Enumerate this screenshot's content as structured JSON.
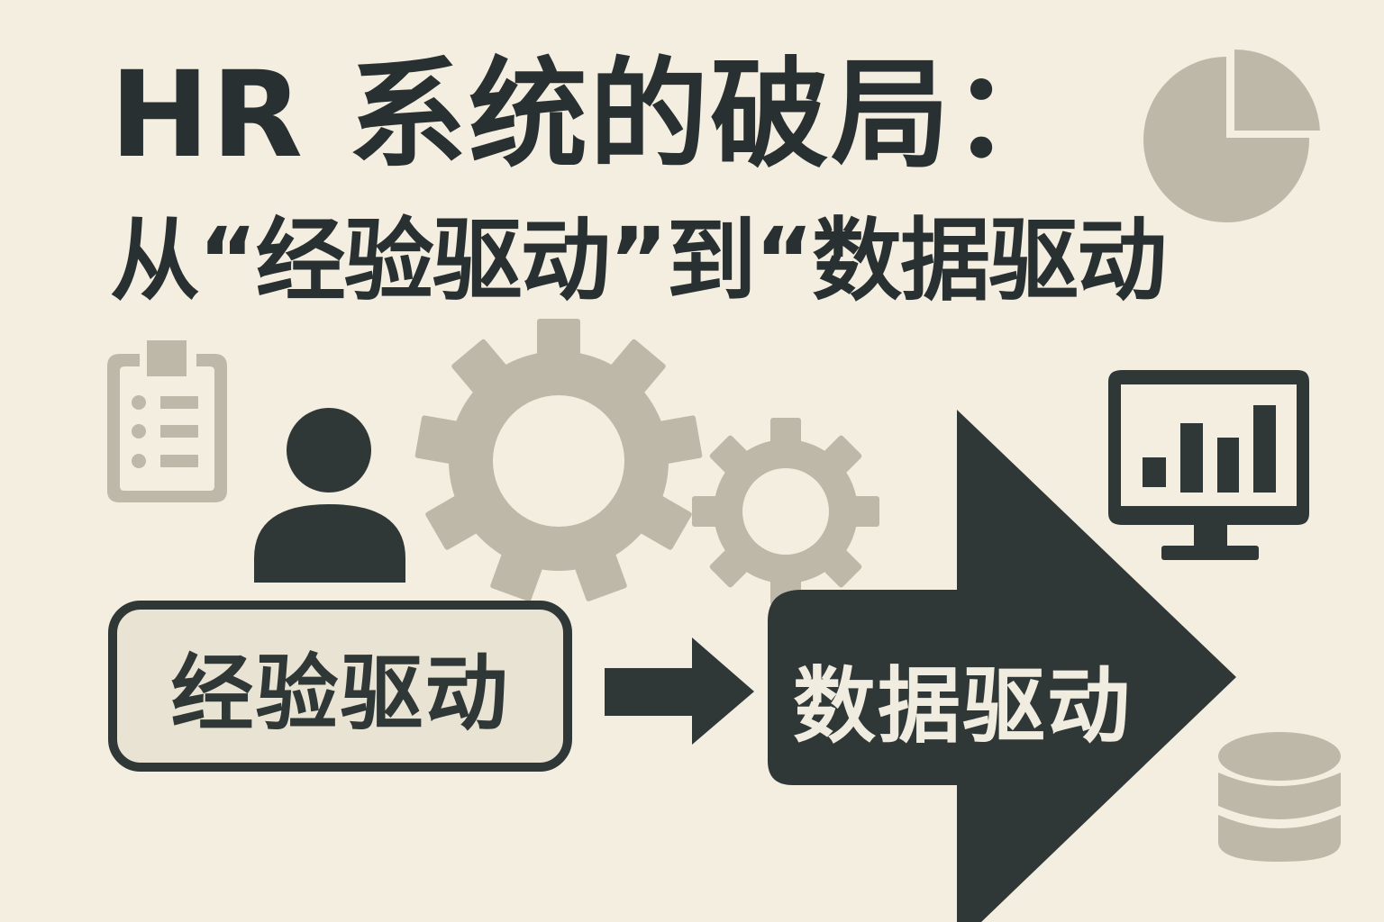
{
  "title": {
    "line1": "HR 系统的破局：",
    "line2": "从“经验驱动”到“数据驱动"
  },
  "flow": {
    "from_label": "经验驱动",
    "to_label": "数据驱动"
  },
  "icons": [
    "pie-chart-icon",
    "clipboard-checklist-icon",
    "person-icon",
    "gear-large-icon",
    "gear-small-icon",
    "monitor-bar-chart-icon",
    "database-icon",
    "arrow-right-icon",
    "big-arrow-right-icon"
  ],
  "colors": {
    "background": "#f4eee0",
    "dark": "#2f3837",
    "muted_gray": "#bdb8a8",
    "box_fill": "#e9e3d3",
    "light_text": "#f1ece0"
  }
}
